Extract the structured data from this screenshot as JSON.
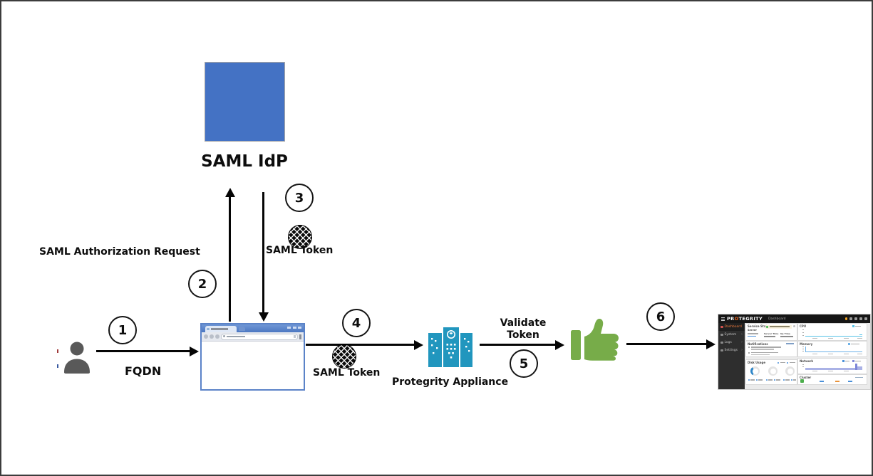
{
  "diagram": {
    "nodes": {
      "idp_label": "SAML IdP",
      "appliance_label": "Protegrity Appliance"
    },
    "labels": {
      "auth_request": "SAML Authorization Request",
      "fqdn": "FQDN",
      "token_top": "SAML Token",
      "token_bottom": "SAML Token",
      "validate_token": "Validate Token"
    },
    "steps": [
      "1",
      "2",
      "3",
      "4",
      "5",
      "6"
    ],
    "colors": {
      "idp_blue": "#4472C4",
      "appliance_blue": "#2196BE",
      "thumb_green": "#77AC49",
      "person_gray": "#595959",
      "arrow_black": "#050505"
    }
  },
  "dashboard": {
    "brand": {
      "prefix": "PR",
      "o": "O",
      "suffix": "TEGRITY"
    },
    "header_title": "Dashboard",
    "sidebar": [
      {
        "label": "Dashboard"
      },
      {
        "label": "System"
      },
      {
        "label": "Logs"
      },
      {
        "label": "Settings"
      }
    ],
    "cards": {
      "service_status": "Service Status",
      "server": "Server",
      "server_time": "Server Time",
      "up_time": "Up Time",
      "notifications": "Notifications",
      "disk_usage": "Disk Usage",
      "cpu": "CPU",
      "memory": "Memory",
      "network": "Network",
      "cluster": "Cluster"
    }
  }
}
